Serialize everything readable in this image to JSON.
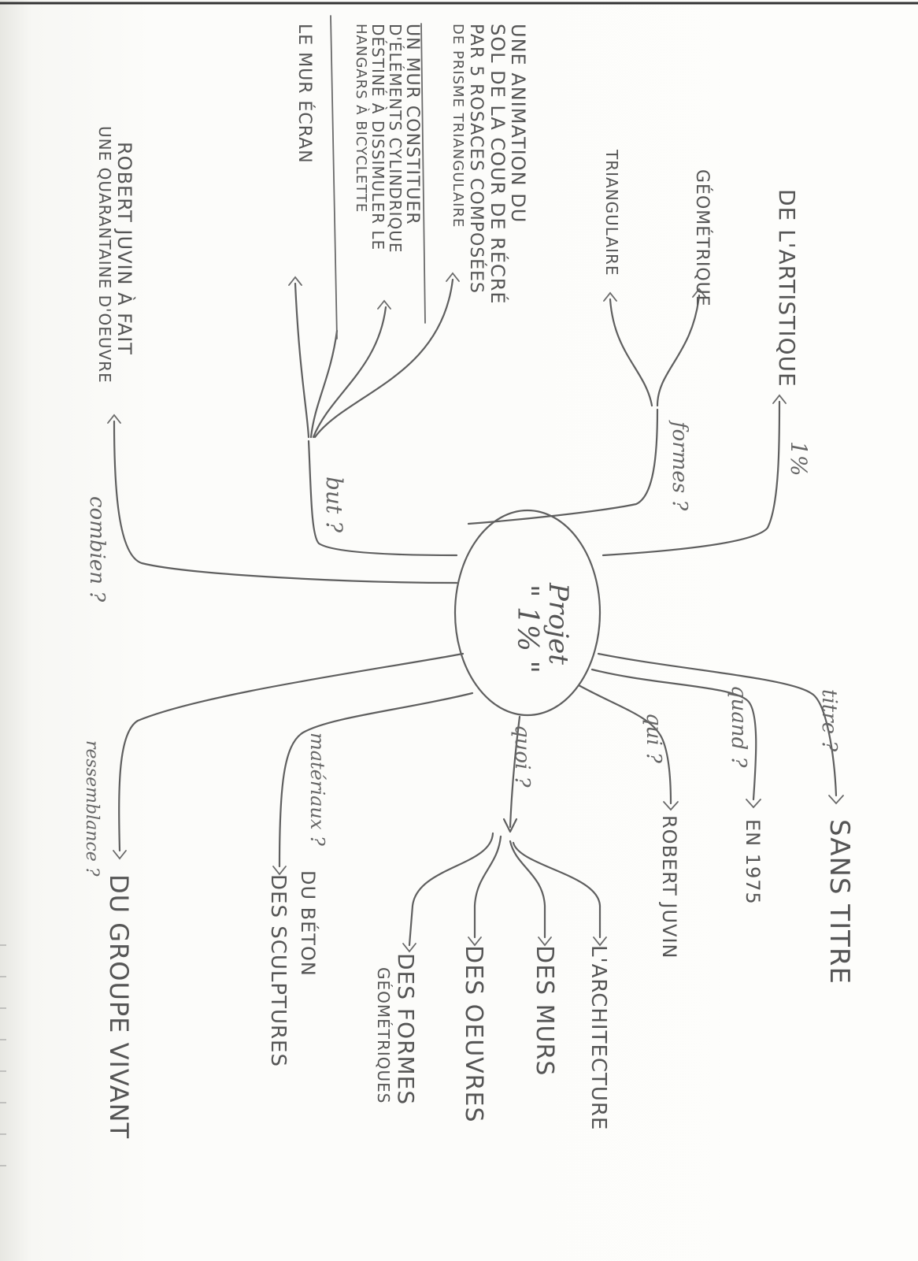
{
  "center": {
    "line1": "Projet",
    "line2": "\" 1% \""
  },
  "questions": {
    "titre": "titre ?",
    "quand": "quand ?",
    "qui": "qui ?",
    "quoi": "quoi ?",
    "materiaux": "matériaux ?",
    "ressemblance": "ressemblance ?",
    "combien": "combien ?",
    "but": "but ?",
    "formes": "formes ?",
    "pct": "1%"
  },
  "answers": {
    "sans_titre": "SANS TITRE",
    "en_1975": "EN 1975",
    "robert_juvin": "ROBERT JUVIN",
    "architecture": "L'ARCHITECTURE",
    "des_murs": "DES MURS",
    "des_oeuvres": "DES OEUVRES",
    "formes_geo_1": "DES FORMES",
    "formes_geo_2": "GÉOMÉTRIQUES",
    "du_beton": "DU BÉTON",
    "des_sculptures": "DES SCULPTURES",
    "groupe_vivant": "DU GROUPE VIVANT",
    "artistique": "DE L'ARTISTIQUE",
    "geometrique": "GÉOMÉTRIQUE",
    "triangulaire": "TRIANGULAIRE",
    "anim_1": "UNE ANIMATION DU",
    "anim_2": "SOL DE LA COUR DE RÉCRÉ",
    "anim_3": "PAR 5 ROSACES COMPOSÉES",
    "anim_4": "DE PRISME TRIANGULAIRE",
    "mur_1": "UN MUR CONSTITUER",
    "mur_2": "D'ÉLÉMENTS CYLINDRIQUE",
    "mur_3": "DÉSTINÉ À DISSIMULER LE",
    "mur_4": "HANGARS À BICYCLETTE",
    "mur_ecran": "LE MUR ÉCRAN",
    "robert_1": "ROBERT JUVIN À FAIT",
    "robert_2": "UNE QUARANTAINE D'OEUVRE"
  }
}
